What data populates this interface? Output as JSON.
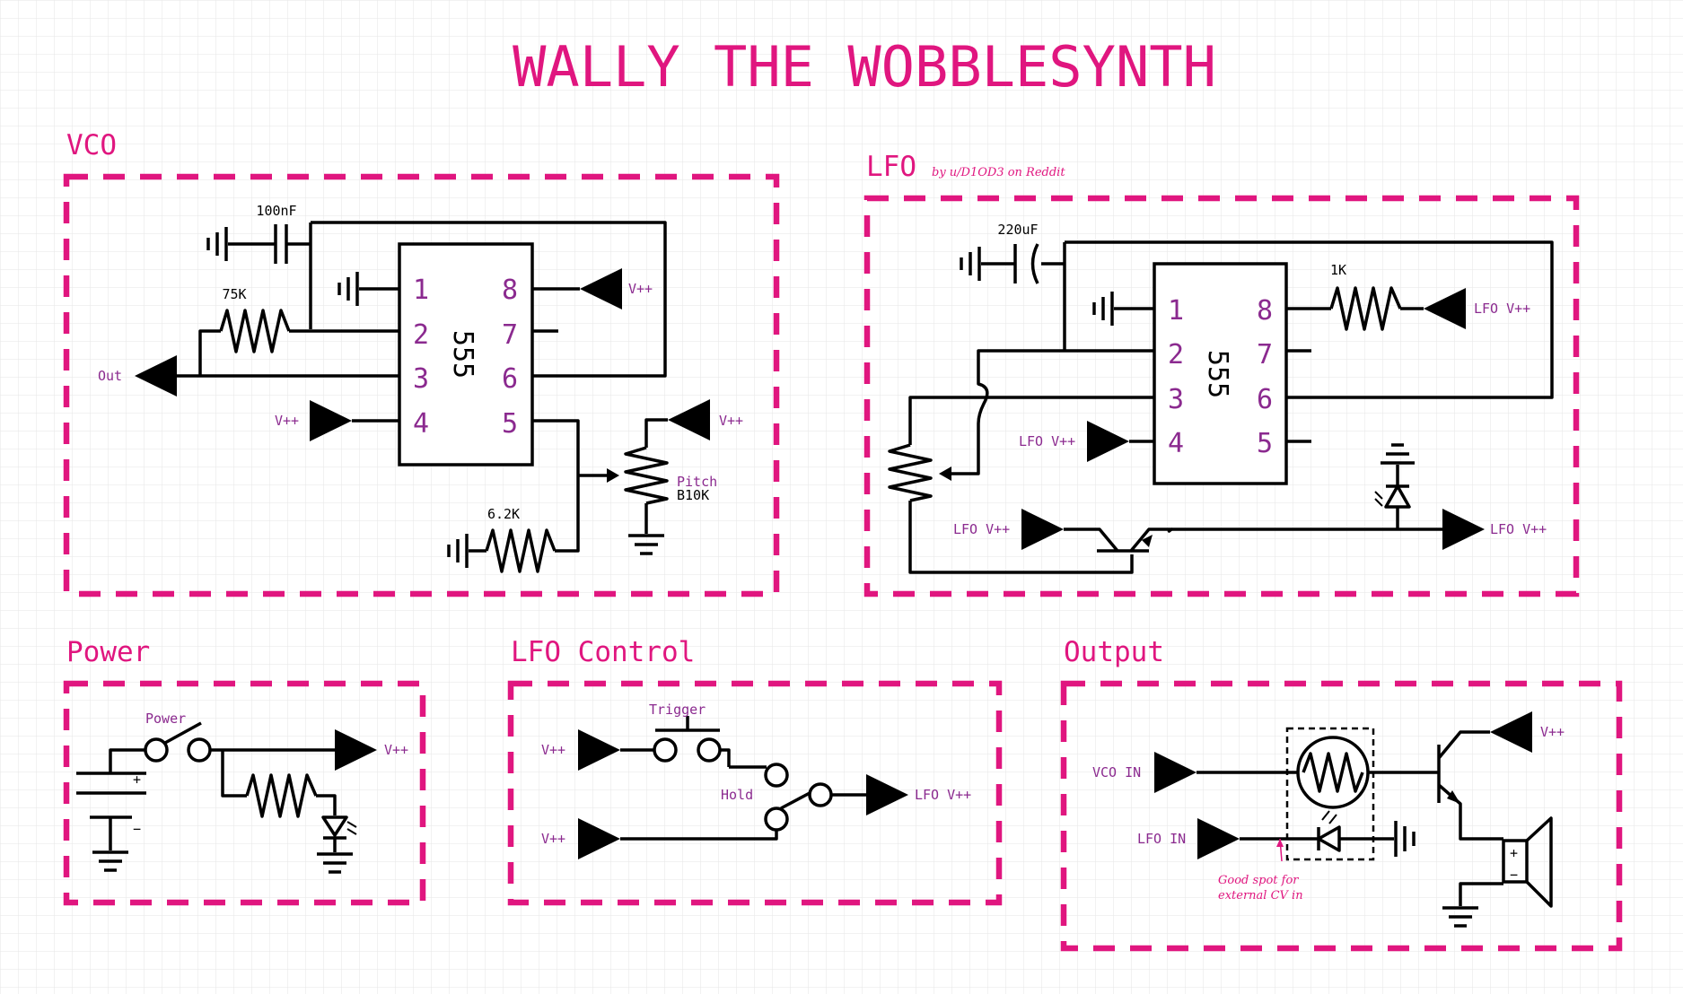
{
  "title": "WALLY THE WOBBLESYNTH",
  "credit": "by u/D1OD3 on Reddit",
  "colors": {
    "accent": "#e0167f",
    "label": "#8b2a8f",
    "wire": "#000000",
    "grid": "#e6e6e6"
  },
  "chip_label": "555",
  "sections": {
    "vco": {
      "title": "VCO",
      "left_pins": [
        "1",
        "2",
        "3",
        "4"
      ],
      "right_pins": [
        "8",
        "7",
        "6",
        "5"
      ],
      "cap": "100nF",
      "r_timing": "75K",
      "r_pitch_fixed": "6.2K",
      "pot_label_1": "Pitch",
      "pot_label_2": "B10K",
      "out_label": "Out",
      "vcc_pin8": "V++",
      "vcc_pin4": "V++",
      "vcc_pot": "V++"
    },
    "lfo": {
      "title": "LFO",
      "left_pins": [
        "1",
        "2",
        "3",
        "4"
      ],
      "right_pins": [
        "8",
        "7",
        "6",
        "5"
      ],
      "cap": "220uF",
      "r_top": "1K",
      "vcc_pin8": "LFO V++",
      "vcc_pin4": "LFO V++",
      "vcc_transistor": "LFO V++",
      "vcc_out": "LFO V++"
    },
    "power": {
      "title": "Power",
      "switch_label": "Power",
      "out_label": "V++",
      "plus": "+",
      "minus": "−"
    },
    "lfo_control": {
      "title": "LFO Control",
      "trigger_label": "Trigger",
      "hold_label": "Hold",
      "in_top": "V++",
      "in_bottom": "V++",
      "out_label": "LFO V++"
    },
    "output": {
      "title": "Output",
      "vco_in": "VCO IN",
      "lfo_in": "LFO IN",
      "vcc": "V++",
      "note_line1": "Good spot for",
      "note_line2": "external CV in",
      "spk_plus": "+",
      "spk_minus": "−"
    }
  }
}
